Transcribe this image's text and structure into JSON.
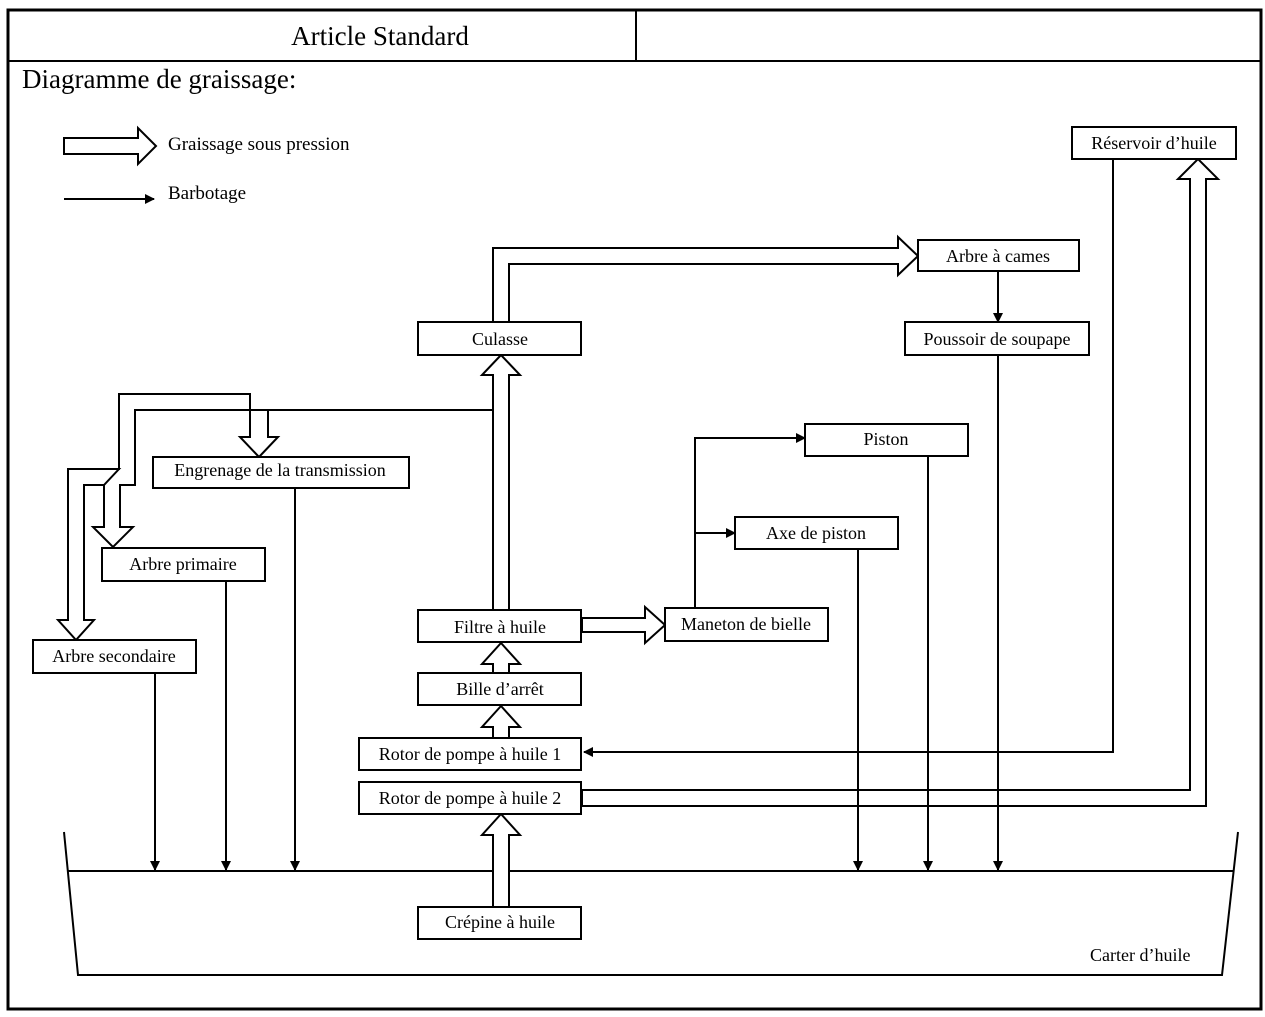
{
  "header": {
    "left": "Article Standard",
    "right": ""
  },
  "diagram": {
    "title": "Diagramme de graissage:",
    "legend": {
      "pressure": "Graissage sous pression",
      "splash": "Barbotage"
    },
    "components": {
      "oil_reservoir": "Réservoir d’huile",
      "camshaft": "Arbre à cames",
      "valve_lifter": "Poussoir de soupape",
      "cylinder_head": "Culasse",
      "piston": "Piston",
      "transmission_gear": "Engrenage de la transmission",
      "piston_pin": "Axe de piston",
      "primary_shaft": "Arbre primaire",
      "oil_filter": "Filtre à huile",
      "crank_pin": "Maneton de bielle",
      "secondary_shaft": "Arbre secondaire",
      "check_ball": "Bille d’arrêt",
      "oil_pump_rotor_1": "Rotor de pompe à huile 1",
      "oil_pump_rotor_2": "Rotor de pompe à huile 2",
      "oil_strainer": "Crépine à huile",
      "oil_pan": "Carter d’huile"
    }
  }
}
